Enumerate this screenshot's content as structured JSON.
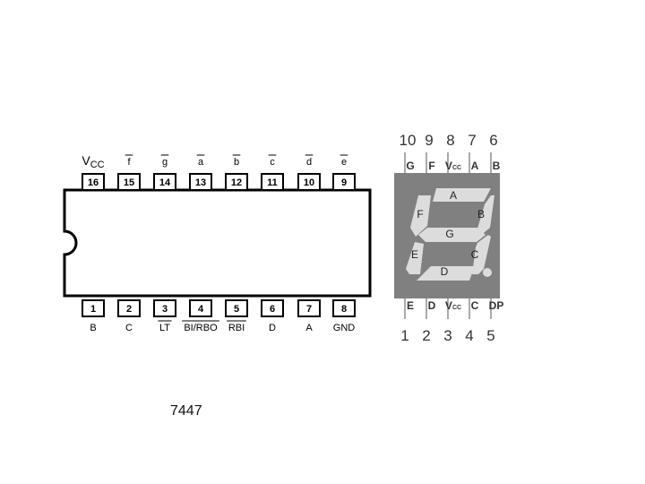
{
  "ic": {
    "top_pins": [
      {
        "num": "16",
        "label": "V",
        "sub": "CC",
        "overbar": false
      },
      {
        "num": "15",
        "label": "f",
        "overbar": true
      },
      {
        "num": "14",
        "label": "g",
        "overbar": true
      },
      {
        "num": "13",
        "label": "a",
        "overbar": true
      },
      {
        "num": "12",
        "label": "b",
        "overbar": true
      },
      {
        "num": "11",
        "label": "c",
        "overbar": true
      },
      {
        "num": "10",
        "label": "d",
        "overbar": true
      },
      {
        "num": "9",
        "label": "e",
        "overbar": true
      }
    ],
    "bottom_pins": [
      {
        "num": "1",
        "label": "B",
        "overbar": false
      },
      {
        "num": "2",
        "label": "C",
        "overbar": false
      },
      {
        "num": "3",
        "label": "LT",
        "overbar": true
      },
      {
        "num": "4",
        "label": "BI/RBO",
        "overbar": true
      },
      {
        "num": "5",
        "label": "RBI",
        "overbar": true
      },
      {
        "num": "6",
        "label": "D",
        "overbar": false
      },
      {
        "num": "7",
        "label": "A",
        "overbar": false
      },
      {
        "num": "8",
        "label": "GND",
        "overbar": false
      }
    ]
  },
  "display": {
    "top_numbers": [
      "10",
      "9",
      "8",
      "7",
      "6"
    ],
    "top_labels": [
      {
        "label": "G"
      },
      {
        "label": "F"
      },
      {
        "label": "V",
        "sub": "CC"
      },
      {
        "label": "A"
      },
      {
        "label": "B"
      }
    ],
    "bottom_labels": [
      {
        "label": "E"
      },
      {
        "label": "D"
      },
      {
        "label": "V",
        "sub": "CC"
      },
      {
        "label": "C"
      },
      {
        "label": "DP"
      }
    ],
    "bottom_numbers": [
      "1",
      "2",
      "3",
      "4",
      "5"
    ],
    "segment_labels": {
      "a": "A",
      "b": "B",
      "c": "C",
      "d": "D",
      "e": "E",
      "f": "F",
      "g": "G"
    },
    "body_color": "#808080",
    "segment_color": "#dcdcdc"
  },
  "caption": "7447"
}
